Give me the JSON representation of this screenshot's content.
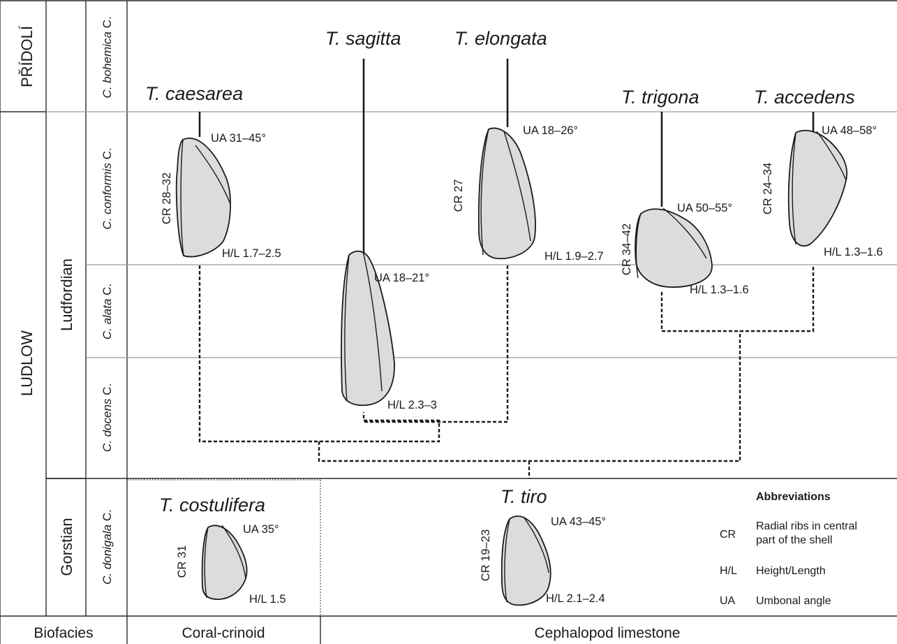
{
  "stratigraphy": {
    "series": [
      "PŘÍDOLÍ",
      "LUDLOW"
    ],
    "stages": [
      "Ludfordian",
      "Gorstian"
    ],
    "zones": [
      {
        "name": "C. bohemica",
        "suffix": " C."
      },
      {
        "name": "C. conformis",
        "suffix": " C."
      },
      {
        "name": "C. alata",
        "suffix": " C."
      },
      {
        "name": "C. docens",
        "suffix": " C."
      },
      {
        "name": "C. donigala",
        "suffix": " C."
      }
    ]
  },
  "species": [
    {
      "name": "T. caesarea",
      "cr": "CR 28–32",
      "ua": "UA 31–45°",
      "hl": "H/L 1.7–2.5"
    },
    {
      "name": "T. sagitta",
      "ua": "UA 18–21°",
      "hl": "H/L 2.3–3"
    },
    {
      "name": "T. elongata",
      "cr": "CR 27",
      "ua": "UA 18–26°",
      "hl": "H/L 1.9–2.7"
    },
    {
      "name": "T. trigona",
      "cr": "CR 34–42",
      "ua": "UA 50–55°",
      "hl": "H/L 1.3–1.6"
    },
    {
      "name": "T. accedens",
      "cr": "CR 24–34",
      "ua": "UA 48–58°",
      "hl": "H/L 1.3–1.6"
    },
    {
      "name": "T. costulifera",
      "cr": "CR 31",
      "ua": "UA 35°",
      "hl": "H/L 1.5"
    },
    {
      "name": "T. tiro",
      "cr": "CR 19–23",
      "ua": "UA 43–45°",
      "hl": "H/L 2.1–2.4"
    }
  ],
  "abbreviations": {
    "title": "Abbreviations",
    "items": [
      {
        "code": "CR",
        "text_line1": "Radial ribs in central",
        "text_line2": "part of the shell"
      },
      {
        "code": "H/L",
        "text_line1": "Height/Length",
        "text_line2": ""
      },
      {
        "code": "UA",
        "text_line1": "Umbonal angle",
        "text_line2": ""
      }
    ]
  },
  "biofacies": {
    "header": "Biofacies",
    "coral": "Coral-crinoid",
    "cephalopod": "Cephalopod limestone"
  }
}
